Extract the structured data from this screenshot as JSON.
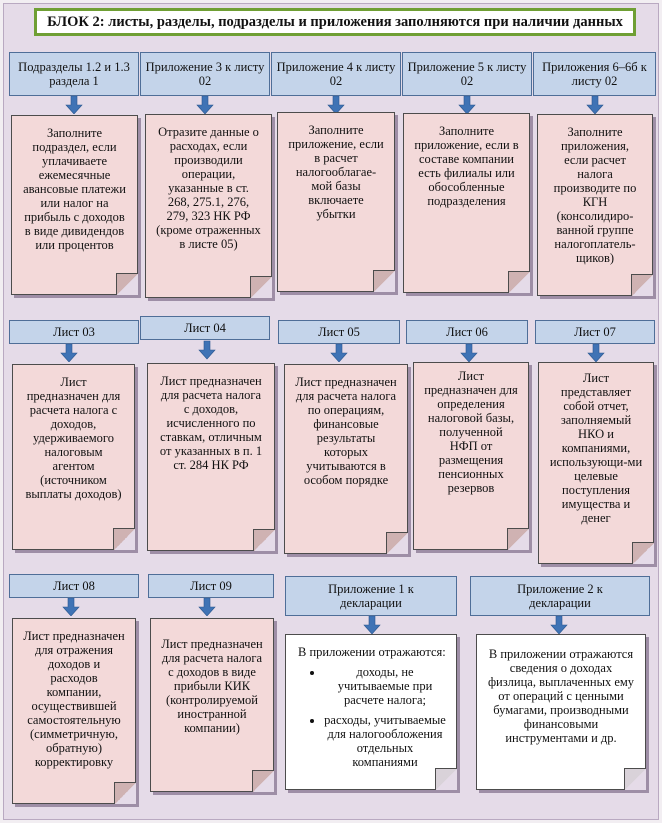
{
  "title": "БЛОК 2: листы, разделы, подразделы и приложения заполняются при наличии данных",
  "colors": {
    "header_fill": "#c4d4ea",
    "note_fill": "#f3d9d9",
    "arrow": "#3f73b5",
    "title_border": "#6f9f34"
  },
  "row1": [
    {
      "header": "Подразделы 1.2 и 1.3 раздела 1",
      "note": "Заполните подраздел, если уплачиваете ежемесячные авансовые платежи или налог на прибыль с доходов в виде дивидендов или процентов"
    },
    {
      "header": "Приложение 3 к листу 02",
      "note": "Отразите данные о расходах, если производили операции, указанные в ст. 268, 275.1, 276, 279, 323 НК РФ (кроме отраженных в листе 05)"
    },
    {
      "header": "Приложение 4 к листу 02",
      "note": "Заполните приложение, если в расчет налогооблагае-мой базы включаете убытки"
    },
    {
      "header": "Приложение 5 к листу 02",
      "note": "Заполните приложение, если в составе компании есть филиалы или обособленные подразделения"
    },
    {
      "header": "Приложения 6–6б к листу 02",
      "note": "Заполните приложения, если расчет налога производите по КГН (консолидиро-ванной группе налогоплатель-щиков)"
    }
  ],
  "row2": [
    {
      "header": "Лист 03",
      "note": "Лист предназначен для расчета налога с доходов, удерживаемого налоговым агентом (источником выплаты доходов)"
    },
    {
      "header": "Лист 04",
      "note": "Лист предназначен для расчета налога с доходов, исчисленного по ставкам, отличным от указанных в п. 1 ст. 284 НК РФ"
    },
    {
      "header": "Лист 05",
      "note": "Лист предназначен для расчета налога по операциям, финансовые результаты которых учитываются в особом порядке"
    },
    {
      "header": "Лист 06",
      "note": "Лист предназначен для определения налоговой базы, полученной НФП от размещения пенсионных резервов"
    },
    {
      "header": "Лист 07",
      "note": "Лист представляет собой отчет, заполняемый НКО и компаниями, использующи-ми целевые поступления имущества и денег"
    }
  ],
  "row3": [
    {
      "header": "Лист 08",
      "note": "Лист предназначен для отражения доходов и расходов компании, осуществившей самостоятельную (симметричную, обратную) корректировку"
    },
    {
      "header": "Лист 09",
      "note": "Лист предназначен для расчета налога с доходов в виде прибыли КИК (контролируемой иностранной компании)"
    },
    {
      "header": "Приложение 1 к декларации",
      "lead": "В приложении отражаются:",
      "bullets": [
        "доходы, не учитываемые при расчете налога;",
        "расходы, учитываемые для налогообложения отдельных компаниями"
      ]
    },
    {
      "header": "Приложение 2 к декларации",
      "note": "В приложении отражаются сведения о доходах физлица, выплаченных ему от операций с ценными бумагами, производными финансовыми инструментами и др."
    }
  ]
}
